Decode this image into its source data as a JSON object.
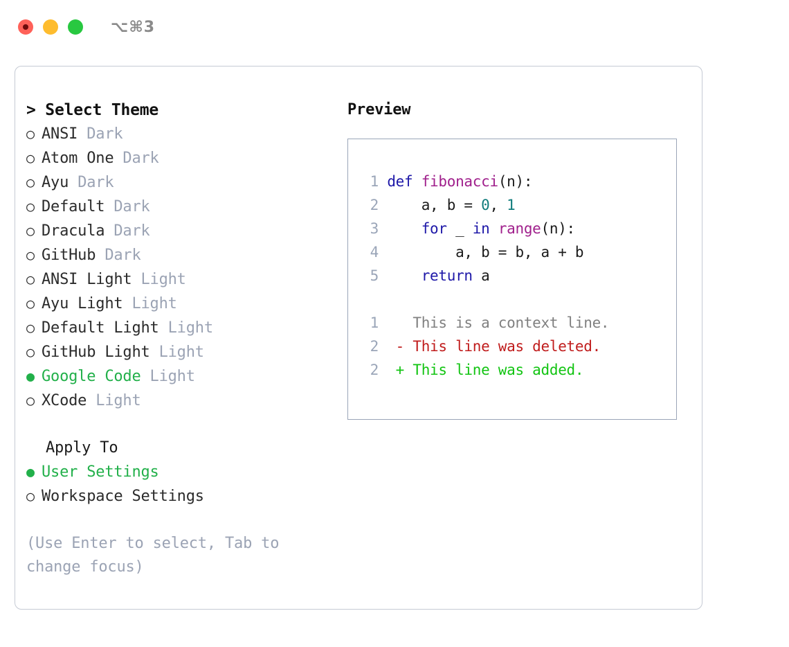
{
  "titlebar": {
    "shortcut": "⌥⌘3",
    "dots": [
      {
        "name": "close-button",
        "color": "#ff6159"
      },
      {
        "name": "minimize-button",
        "color": "#febc2e"
      },
      {
        "name": "maximize-button",
        "color": "#28c840"
      }
    ]
  },
  "left": {
    "heading": "> Select Theme",
    "themes": [
      {
        "bullet": "○",
        "name": "ANSI",
        "tag": "Dark",
        "selected": false
      },
      {
        "bullet": "○",
        "name": "Atom One",
        "tag": "Dark",
        "selected": false
      },
      {
        "bullet": "○",
        "name": "Ayu",
        "tag": "Dark",
        "selected": false
      },
      {
        "bullet": "○",
        "name": "Default",
        "tag": "Dark",
        "selected": false
      },
      {
        "bullet": "○",
        "name": "Dracula",
        "tag": "Dark",
        "selected": false
      },
      {
        "bullet": "○",
        "name": "GitHub",
        "tag": "Dark",
        "selected": false
      },
      {
        "bullet": "○",
        "name": "ANSI Light",
        "tag": "Light",
        "selected": false
      },
      {
        "bullet": "○",
        "name": "Ayu Light",
        "tag": "Light",
        "selected": false
      },
      {
        "bullet": "○",
        "name": "Default Light",
        "tag": "Light",
        "selected": false
      },
      {
        "bullet": "○",
        "name": "GitHub Light",
        "tag": "Light",
        "selected": false
      },
      {
        "bullet": "●",
        "name": "Google Code",
        "tag": "Light",
        "selected": true
      },
      {
        "bullet": "○",
        "name": "XCode",
        "tag": "Light",
        "selected": false
      }
    ],
    "apply_to": {
      "title": "Apply To",
      "options": [
        {
          "bullet": "●",
          "label": "User Settings",
          "selected": true
        },
        {
          "bullet": "○",
          "label": "Workspace Settings",
          "selected": false
        }
      ]
    },
    "hint": "(Use Enter to select, Tab to change focus)"
  },
  "right": {
    "label": "Preview",
    "code_lines": [
      {
        "num": "1",
        "tokens": [
          {
            "t": " ",
            "c": "pl"
          },
          {
            "t": "def",
            "c": "kw"
          },
          {
            "t": " ",
            "c": "pl"
          },
          {
            "t": "fibonacci",
            "c": "fn"
          },
          {
            "t": "(n):",
            "c": "pl"
          }
        ]
      },
      {
        "num": "2",
        "tokens": [
          {
            "t": "     a, b = ",
            "c": "pl"
          },
          {
            "t": "0",
            "c": "num"
          },
          {
            "t": ", ",
            "c": "pl"
          },
          {
            "t": "1",
            "c": "num"
          }
        ]
      },
      {
        "num": "3",
        "tokens": [
          {
            "t": "     ",
            "c": "pl"
          },
          {
            "t": "for",
            "c": "kw"
          },
          {
            "t": " _ ",
            "c": "pl"
          },
          {
            "t": "in",
            "c": "kw"
          },
          {
            "t": " ",
            "c": "pl"
          },
          {
            "t": "range",
            "c": "fn"
          },
          {
            "t": "(n):",
            "c": "pl"
          }
        ]
      },
      {
        "num": "4",
        "tokens": [
          {
            "t": "         a, b = b, a + b",
            "c": "pl"
          }
        ]
      },
      {
        "num": "5",
        "tokens": [
          {
            "t": "     ",
            "c": "pl"
          },
          {
            "t": "return",
            "c": "kw"
          },
          {
            "t": " a",
            "c": "pl"
          }
        ]
      }
    ],
    "diff_lines": [
      {
        "num": "1",
        "marker": "  ",
        "text": "This is a context line.",
        "kind": "ctx"
      },
      {
        "num": "2",
        "marker": "- ",
        "text": "This line was deleted.",
        "kind": "del"
      },
      {
        "num": "2",
        "marker": "+ ",
        "text": "This line was added.",
        "kind": "add"
      }
    ]
  },
  "colors": {
    "accent_green": "#22b04a",
    "muted_gray": "#9ba3b4",
    "keyword_blue": "#1e18a8",
    "function_magenta": "#a0208c",
    "number_teal": "#0f7b7b",
    "diff_deleted": "#c01c1c",
    "diff_added": "#12c412",
    "panel_border": "#c5cad4",
    "preview_border": "#9aa5b8"
  }
}
